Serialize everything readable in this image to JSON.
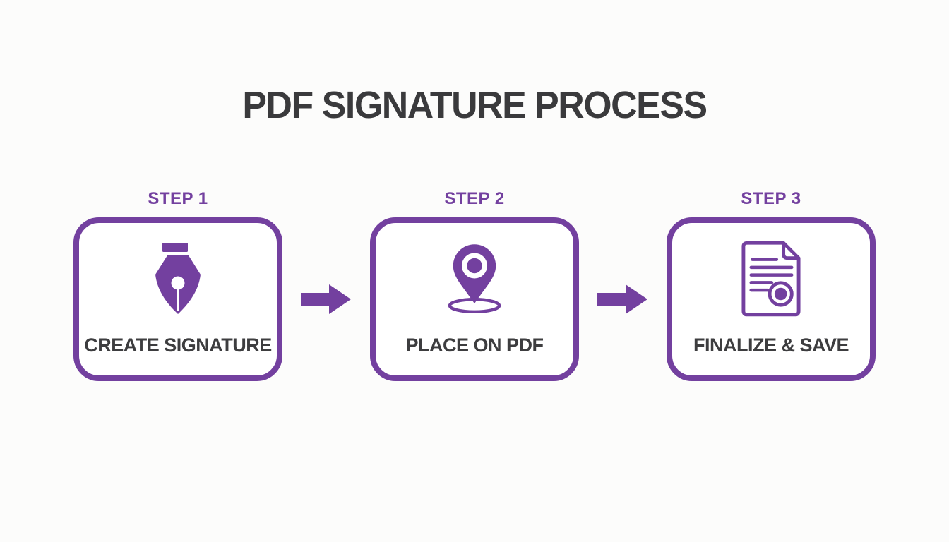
{
  "title": "PDF SIGNATURE PROCESS",
  "colors": {
    "accent": "#73409F",
    "heading_text": "#3A3A3C",
    "step_text": "#3D3D3F",
    "card_bg": "#FFFFFF",
    "page_bg": "#FCFCFB"
  },
  "steps": [
    {
      "label": "STEP 1",
      "title": "CREATE SIGNATURE",
      "icon": "pen-nib-icon"
    },
    {
      "label": "STEP 2",
      "title": "PLACE ON PDF",
      "icon": "location-pin-icon"
    },
    {
      "label": "STEP 3",
      "title": "FINALIZE & SAVE",
      "icon": "document-seal-icon"
    }
  ]
}
